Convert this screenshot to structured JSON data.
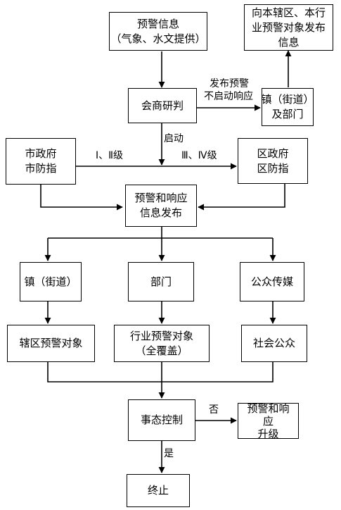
{
  "boxes": {
    "warning_info": [
      "预警信息",
      "（气象、水文提供）"
    ],
    "publish_local": [
      "向本辖区、本行",
      "业预警对象发布",
      "信息"
    ],
    "consult": [
      "会商研判"
    ],
    "town_dept_top": [
      "镇（街道）",
      "及部门"
    ],
    "city_gov": [
      "市政府",
      "市防指"
    ],
    "district_gov": [
      "区政府",
      "区防指"
    ],
    "release": [
      "预警和响应",
      "信息发布"
    ],
    "town": [
      "镇（街道）"
    ],
    "dept": [
      "部门"
    ],
    "media": [
      "公众传媒"
    ],
    "area_targets": [
      "辖区预警对象"
    ],
    "industry_targets": [
      "行业预警对象",
      "（全覆盖）"
    ],
    "public": [
      "社会公众"
    ],
    "control": [
      "事态控制"
    ],
    "upgrade": [
      "预警和响",
      "应",
      "升级"
    ],
    "end": [
      "终止"
    ]
  },
  "labels": {
    "no_start_1": "发布预警",
    "no_start_2": "不启动响应",
    "start": "启动",
    "level_1_2": "Ⅰ、Ⅱ级",
    "level_3_4": "Ⅲ、Ⅳ级",
    "no": "否",
    "yes": "是"
  }
}
